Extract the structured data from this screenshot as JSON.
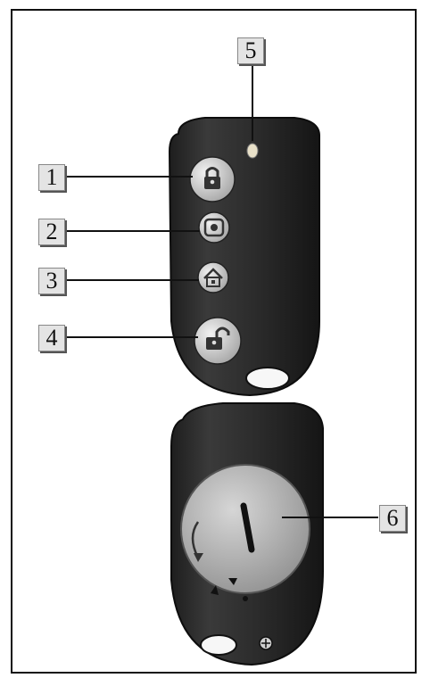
{
  "diagram": {
    "callouts": [
      {
        "id": "1",
        "label": "1",
        "part": "lock-button"
      },
      {
        "id": "2",
        "label": "2",
        "part": "siren-button"
      },
      {
        "id": "3",
        "label": "3",
        "part": "home-button"
      },
      {
        "id": "4",
        "label": "4",
        "part": "unlock-button"
      },
      {
        "id": "5",
        "label": "5",
        "part": "led-indicator"
      },
      {
        "id": "6",
        "label": "6",
        "part": "battery-cover"
      }
    ],
    "icons": {
      "lock": "lock-icon",
      "siren": "siren-icon",
      "home": "house-icon",
      "unlock": "unlock-icon",
      "screw": "screw-icon"
    },
    "colors": {
      "fob_body": "#2f2f2f",
      "button": "#d8d8d8",
      "battery_cover": "#bdbdbd",
      "led": "#e8e0c8"
    }
  }
}
